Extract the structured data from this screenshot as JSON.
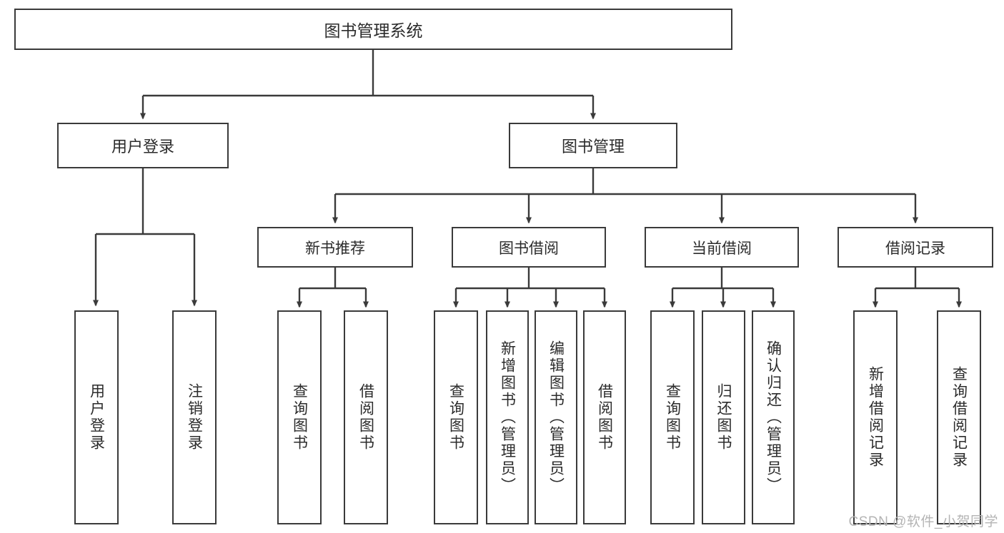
{
  "diagram": {
    "title": "图书管理系统",
    "type": "tree-hierarchy",
    "watermark": "CSDN @软件_小贺同学",
    "colors": {
      "box_border": "#3a3a3a",
      "box_fill": "#ffffff",
      "text": "#2b2b2b",
      "edge": "#3a3a3a",
      "watermark": "#b4b4b4"
    },
    "root": {
      "label": "图书管理系统"
    },
    "level1": [
      {
        "label": "用户登录"
      },
      {
        "label": "图书管理"
      }
    ],
    "level2": [
      {
        "label": "新书推荐"
      },
      {
        "label": "图书借阅"
      },
      {
        "label": "当前借阅"
      },
      {
        "label": "借阅记录"
      }
    ],
    "leaves": {
      "user_login": [
        {
          "label": "用户登录"
        },
        {
          "label": "注销登录"
        }
      ],
      "new_book_recommend": [
        {
          "label": "查询图书"
        },
        {
          "label": "借阅图书"
        }
      ],
      "book_borrow": [
        {
          "label": "查询图书"
        },
        {
          "label": "新增图书（管理员）"
        },
        {
          "label": "编辑图书（管理员）"
        },
        {
          "label": "借阅图书"
        }
      ],
      "current_borrow": [
        {
          "label": "查询图书"
        },
        {
          "label": "归还图书"
        },
        {
          "label": "确认归还（管理员）"
        }
      ],
      "borrow_records": [
        {
          "label": "新增借阅记录"
        },
        {
          "label": "查询借阅记录"
        }
      ]
    }
  }
}
